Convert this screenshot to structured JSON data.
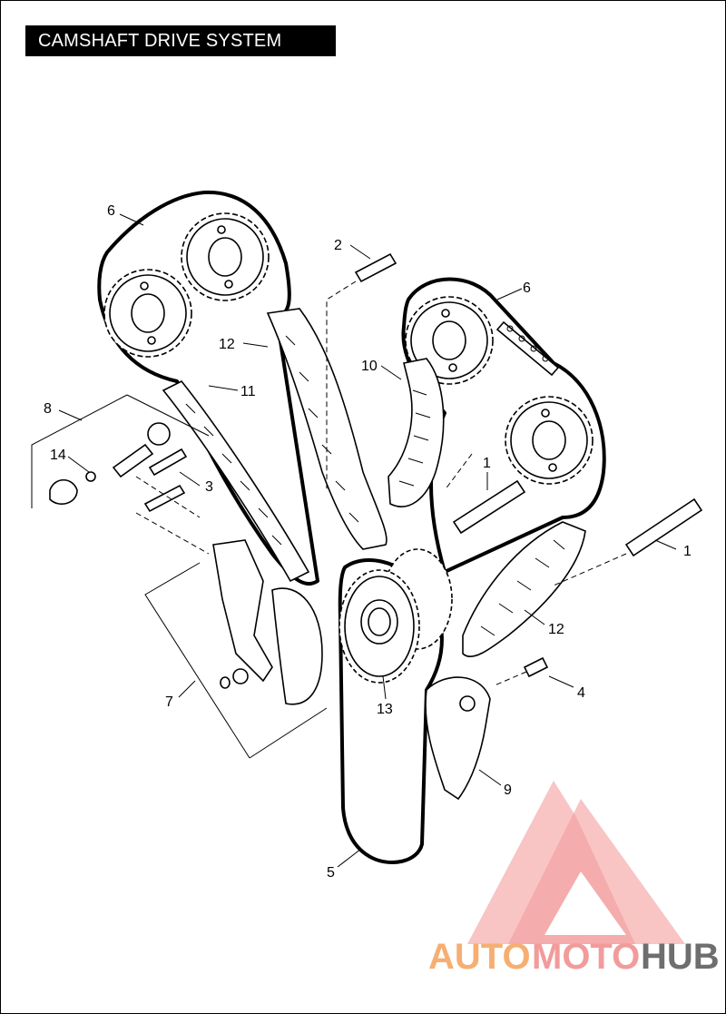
{
  "title": "CAMSHAFT DRIVE SYSTEM",
  "callouts": {
    "c1a": "1",
    "c1b": "1",
    "c2": "2",
    "c3": "3",
    "c4": "4",
    "c5": "5",
    "c6a": "6",
    "c6b": "6",
    "c7": "7",
    "c8": "8",
    "c9": "9",
    "c10": "10",
    "c11": "11",
    "c12a": "12",
    "c12b": "12",
    "c13": "13",
    "c14": "14"
  },
  "watermark": {
    "part1": "AUTO",
    "part2": "MOTO",
    "part3": "HUB",
    "color_light": "#f5a05a",
    "color_mid": "#f08a8a",
    "color_dark": "#555555"
  }
}
